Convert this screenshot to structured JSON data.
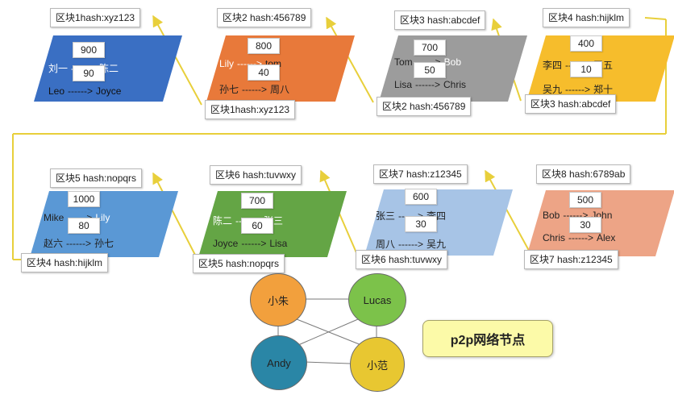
{
  "colors": {
    "connector": "#e8cf3b",
    "block1": "#3a6fc3",
    "block2": "#e8793a",
    "block3": "#9c9c9c",
    "block4": "#f6bd2c",
    "block5": "#5a98d5",
    "block6": "#64a545",
    "block7": "#a7c4e6",
    "block8": "#eda486",
    "node_xiaozhu": "#f2a03d",
    "node_lucas": "#7cc24a",
    "node_andy": "#2a86a6",
    "node_xiaofan": "#e8c731",
    "badge": "#fcfaa8"
  },
  "blocks": [
    {
      "hash": "区块1hash:xyz123",
      "prev": "",
      "tx1": {
        "from": "刘一",
        "to": "陈二",
        "amount": "900"
      },
      "tx2": {
        "from": "Leo",
        "to": "Joyce",
        "amount": "90"
      }
    },
    {
      "hash": "区块2 hash:456789",
      "prev": "区块1hash:xyz123",
      "tx1": {
        "from": "Lily",
        "to": "tom",
        "amount": "800"
      },
      "tx2": {
        "from": "孙七",
        "to": "周八",
        "amount": "40"
      }
    },
    {
      "hash": "区块3 hash:abcdef",
      "prev": "区块2 hash:456789",
      "tx1": {
        "from": "Tom",
        "to": "Bob",
        "amount": "700"
      },
      "tx2": {
        "from": "Lisa",
        "to": "Chris",
        "amount": "50"
      }
    },
    {
      "hash": "区块4 hash:hijklm",
      "prev": "区块3 hash:abcdef",
      "tx1": {
        "from": "李四",
        "to": "王五",
        "amount": "400"
      },
      "tx2": {
        "from": "吴九",
        "to": "郑十",
        "amount": "10"
      }
    },
    {
      "hash": "区块5 hash:nopqrs",
      "prev": "区块4 hash:hijklm",
      "tx1": {
        "from": "Mike",
        "to": "Lily",
        "amount": "1000"
      },
      "tx2": {
        "from": "赵六",
        "to": "孙七",
        "amount": "80"
      }
    },
    {
      "hash": "区块6 hash:tuvwxy",
      "prev": "区块5 hash:nopqrs",
      "tx1": {
        "from": "陈二",
        "to": "张三",
        "amount": "700"
      },
      "tx2": {
        "from": "Joyce",
        "to": "Lisa",
        "amount": "60"
      }
    },
    {
      "hash": "区块7 hash:z12345",
      "prev": "区块6 hash:tuvwxy",
      "tx1": {
        "from": "张三",
        "to": "李四",
        "amount": "600"
      },
      "tx2": {
        "from": "周八",
        "to": "吴九",
        "amount": "30"
      }
    },
    {
      "hash": "区块8 hash:6789ab",
      "prev": "区块7 hash:z12345",
      "tx1": {
        "from": "Bob",
        "to": "John",
        "amount": "500"
      },
      "tx2": {
        "from": "Chris",
        "to": "Alex",
        "amount": "30"
      }
    }
  ],
  "arrow": "------>",
  "nodes": [
    "小朱",
    "Lucas",
    "Andy",
    "小范"
  ],
  "badge": "p2p网络节点"
}
